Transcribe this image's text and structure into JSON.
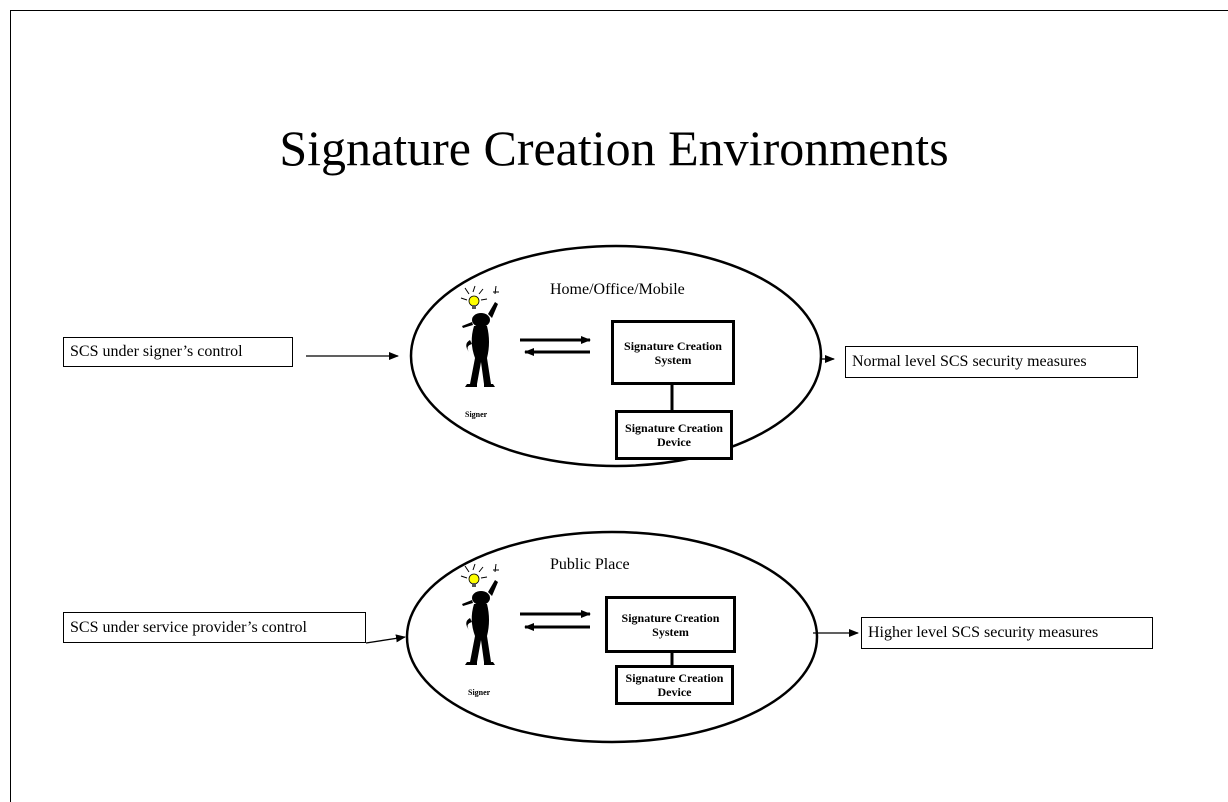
{
  "title": "Signature Creation Environments",
  "rows": [
    {
      "left_label": "SCS under signer’s control",
      "environment": "Home/Office/Mobile",
      "signer": "Signer",
      "system": "Signature Creation System",
      "device": "Signature Creation Device",
      "right_label": "Normal level SCS security measures"
    },
    {
      "left_label": "SCS under service provider’s control",
      "environment": "Public Place",
      "signer": "Signer",
      "system": "Signature Creation System",
      "device": "Signature Creation Device",
      "right_label": "Higher level SCS security measures"
    }
  ],
  "icons": [
    "signer-figure-icon",
    "lightbulb-icon",
    "double-arrow-icon"
  ]
}
